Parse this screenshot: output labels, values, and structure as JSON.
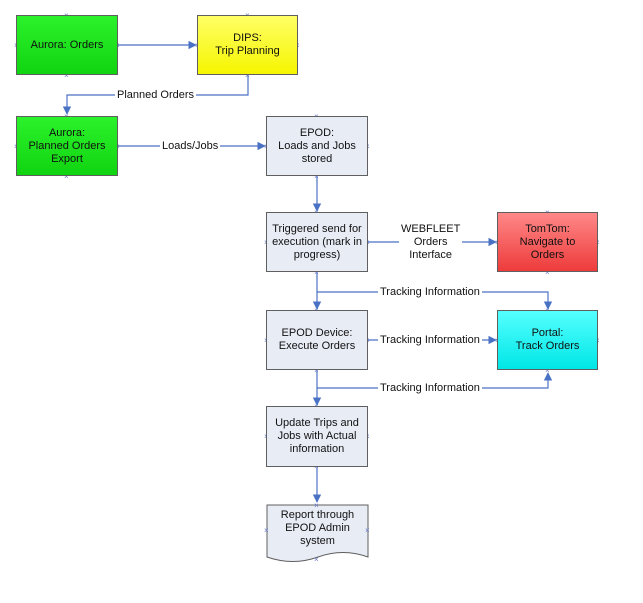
{
  "colors": {
    "connector": "#4a72c4",
    "green": "#22e522",
    "yellow": "#ffff33",
    "grey": "#e8ecf5",
    "red": "#f25555",
    "cyan": "#22f5f5",
    "border": "#5f5f5f"
  },
  "nodes": {
    "aurora_orders": "Aurora: Orders",
    "dips": "DIPS:\nTrip Planning",
    "aurora_export": "Aurora:\nPlanned Orders\nExport",
    "epod_stored": "EPOD:\nLoads and Jobs\nstored",
    "triggered_send": "Triggered send for\nexecution (mark in\nprogress)",
    "tomtom": "TomTom:\nNavigate to\nOrders",
    "epod_device": "EPOD Device:\nExecute Orders",
    "portal": "Portal:\nTrack Orders",
    "update_trips": "Update Trips and\nJobs with Actual\ninformation",
    "report": "Report through\nEPOD Admin\nsystem"
  },
  "edges": {
    "planned_orders": "Planned Orders",
    "loads_jobs": "Loads/Jobs",
    "webfleet": "WEBFLEET\nOrders\nInterface",
    "tracking_1": "Tracking Information",
    "tracking_2": "Tracking Information",
    "tracking_3": "Tracking Information"
  }
}
